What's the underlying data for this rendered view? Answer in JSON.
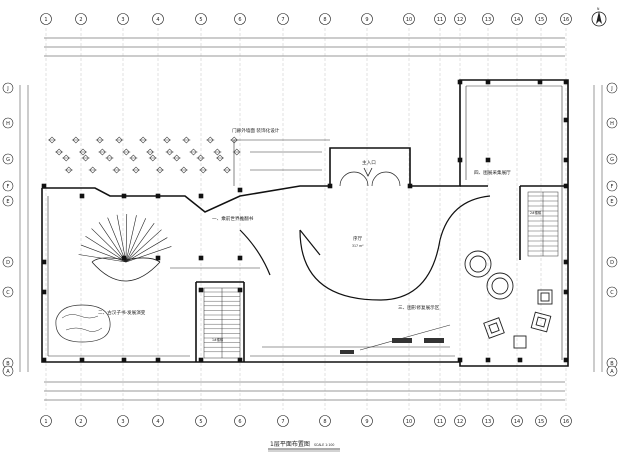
{
  "north_label": "N",
  "grid": {
    "columns": [
      "1",
      "2",
      "3",
      "4",
      "5",
      "6",
      "7",
      "8",
      "9",
      "10",
      "11",
      "12",
      "13",
      "14",
      "15",
      "16"
    ],
    "rows_left": [
      "J",
      "H",
      "G",
      "F",
      "E",
      "D",
      "C",
      "B",
      "A"
    ],
    "rows_right": [
      "J",
      "H",
      "G",
      "F",
      "E",
      "D",
      "C",
      "B",
      "A"
    ]
  },
  "rooms": {
    "facade": "门廊外墙面 装饰化设计",
    "main_entrance": "主入口",
    "hall": "序厅",
    "hall_area": "317 m²",
    "exhibit_1": "一、乘前世界推翻书",
    "exhibit_2": "二、古汉子书·发展演变",
    "exhibit_3": "三、图形修复展示区",
    "exhibit_4": "四、图展采集展厅",
    "stair_left": "1#楼梯",
    "stair_right": "2#楼梯"
  },
  "title": {
    "main": "1层平面布置图",
    "scale": "SCALE 1:100"
  },
  "colors": {
    "line": "#222222",
    "wall": "#111111",
    "hatch": "#555555"
  }
}
